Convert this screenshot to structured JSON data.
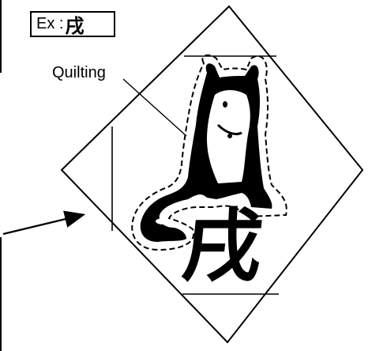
{
  "example": {
    "prefix": "Ex :",
    "character": "戌"
  },
  "annotation": {
    "quilting_label": "Quilting"
  },
  "motif": {
    "character": "戌",
    "animal": "dog-icon"
  },
  "colors": {
    "ink": "#000000",
    "paper": "#ffffff"
  }
}
